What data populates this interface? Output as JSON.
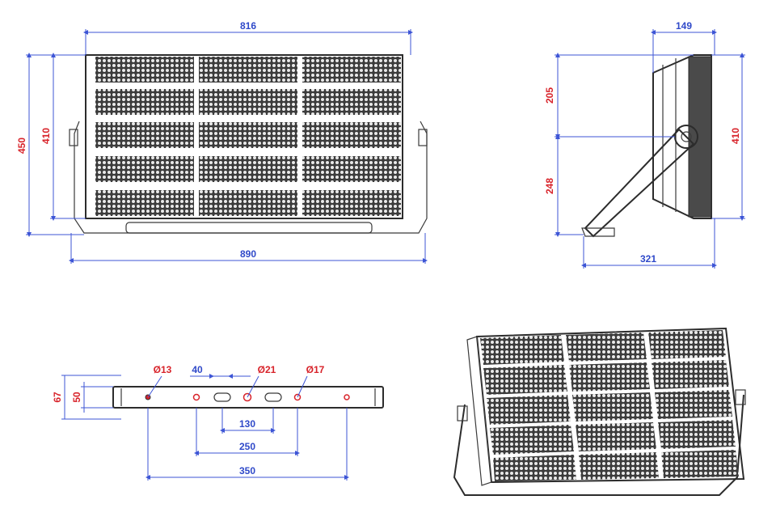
{
  "front_view": {
    "width_top": "816",
    "height_outer": "450",
    "height_inner": "410",
    "width_bottom": "890"
  },
  "side_view": {
    "depth_top": "149",
    "height_upper": "205",
    "height_lower": "248",
    "height_total": "410",
    "depth_base": "321"
  },
  "bracket_view": {
    "hole_a": "Ø13",
    "slot_len": "40",
    "hole_b": "Ø21",
    "hole_c": "Ø17",
    "height_outer": "67",
    "height_inner": "50",
    "spacing_slots": "130",
    "spacing_holes": "250",
    "spacing_outer": "350"
  },
  "colors": {
    "dimension_text": "#2f49c9",
    "diameter_text": "#d8232a",
    "panel_fill": "#4a4a4a"
  }
}
